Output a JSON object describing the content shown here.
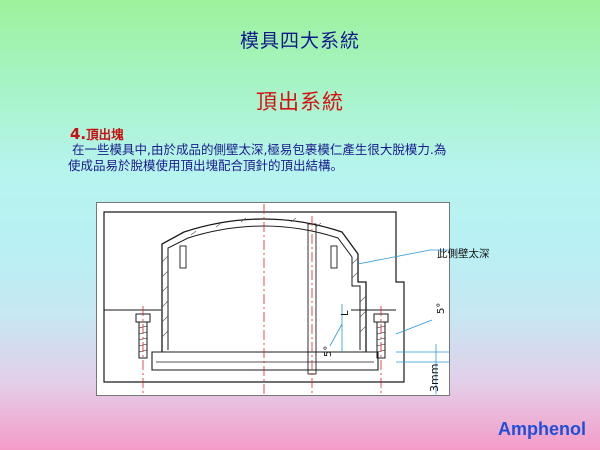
{
  "slide": {
    "title": "模具四大系統",
    "subtitle": "頂出系統",
    "section_number": "4.",
    "section_title": "頂出塊",
    "body_line1": " 在一些模具中,由於成品的側壁太深,極易包裹模仁產生很大脫模力.為",
    "body_line2": "使成品易於脫模使用頂出塊配合頂針的頂出結構。"
  },
  "drawing": {
    "label_side_wall": "此側壁太深",
    "label_angle_right": "5°",
    "label_angle_left": "5°",
    "label_L": "L",
    "label_3mm": "3mm"
  },
  "brand": {
    "logo_text": "Amphenol",
    "logo_color": "#1f4fd8"
  },
  "colors": {
    "title": "#111a8c",
    "subtitle": "#d61010",
    "drawing_lines": "#1a1a1a",
    "centerline": "#e02020",
    "dimension": "#2a9ad8"
  }
}
